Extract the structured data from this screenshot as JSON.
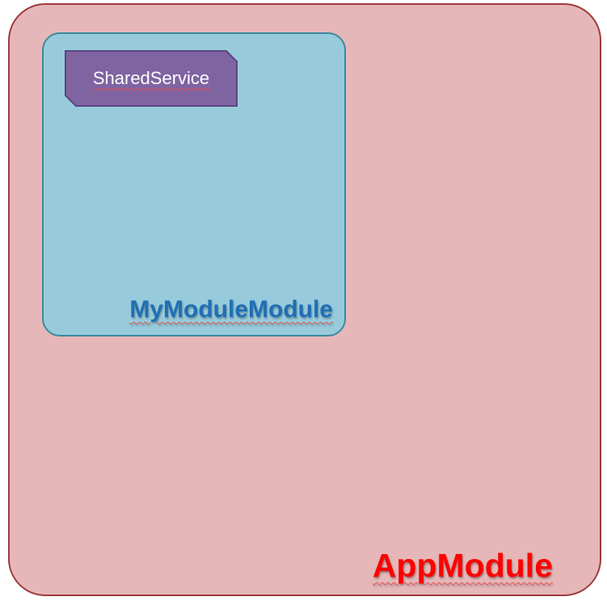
{
  "diagram": {
    "outer_module": {
      "label": "AppModule",
      "fill": "#e6b7b8",
      "border": "#9e3a3c",
      "label_color": "#ff0000"
    },
    "inner_module": {
      "label": "MyModuleModule",
      "fill": "#97cbdc",
      "border": "#3b8a9c",
      "label_color": "#1f6fb6"
    },
    "service": {
      "label": "SharedService",
      "fill": "#8064a2",
      "border": "#5c4680",
      "label_color": "#ffffff"
    }
  }
}
